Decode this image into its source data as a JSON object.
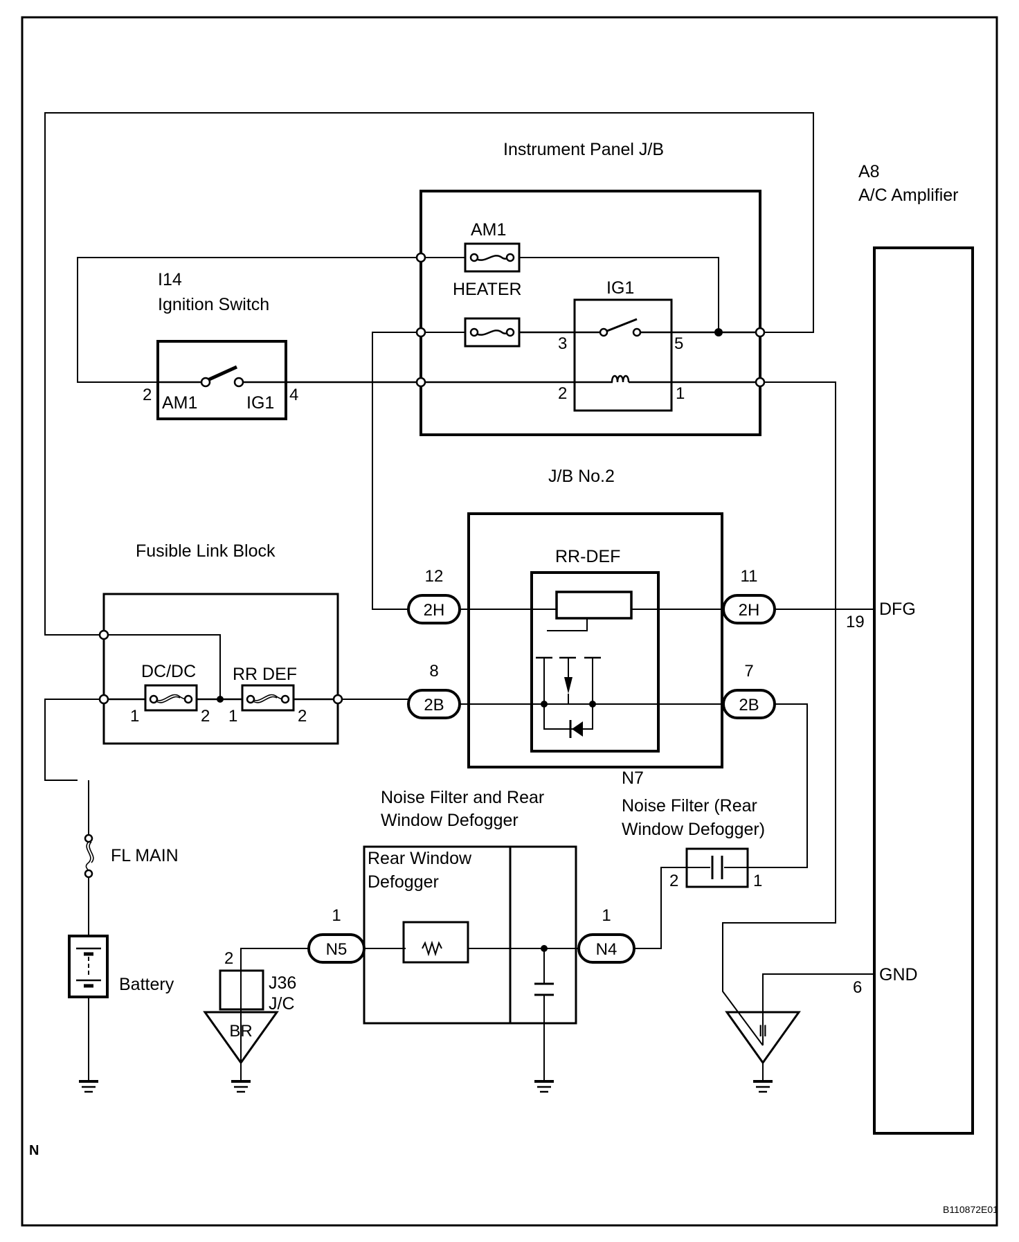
{
  "diagram": {
    "figure_id": "B110872E01",
    "page_marker": "N",
    "colors": {
      "line": "#000000",
      "background": "#ffffff"
    },
    "components": {
      "instrument_panel_jb": {
        "title": "Instrument Panel J/B",
        "fuse_am1": "AM1",
        "fuse_heater": "HEATER",
        "relay": {
          "name": "IG1",
          "pins": [
            "3",
            "5",
            "2",
            "1"
          ]
        }
      },
      "ignition_switch": {
        "code": "I14",
        "name": "Ignition Switch",
        "terminal_left": "AM1",
        "terminal_right": "IG1",
        "pin_left": "2",
        "pin_right": "4"
      },
      "ac_amplifier": {
        "code": "A8",
        "name": "A/C Amplifier",
        "terminals": [
          {
            "name": "DFG",
            "pin": "19"
          },
          {
            "name": "GND",
            "pin": "6"
          }
        ]
      },
      "jb_no2": {
        "title": "J/B No.2",
        "relay": "RR-DEF",
        "connectors": [
          {
            "id": "2H",
            "pin": "12"
          },
          {
            "id": "2B",
            "pin": "8"
          },
          {
            "id": "2H",
            "pin": "11"
          },
          {
            "id": "2B",
            "pin": "7"
          }
        ]
      },
      "fusible_link_block": {
        "title": "Fusible Link Block",
        "fuses": [
          {
            "name": "DC/DC",
            "pin_in": "1",
            "pin_out": "2"
          },
          {
            "name": "RR DEF",
            "pin_in": "1",
            "pin_out": "2"
          }
        ]
      },
      "fl_main": {
        "name": "FL MAIN"
      },
      "battery": {
        "name": "Battery"
      },
      "noise_filter_defogger": {
        "title_line1": "Noise Filter and Rear",
        "title_line2": "Window Defogger",
        "inner_label_line1": "Rear Window",
        "inner_label_line2": "Defogger",
        "connector_n5": {
          "id": "N5",
          "pin": "1"
        },
        "connector_n4": {
          "id": "N4",
          "pin": "1"
        }
      },
      "noise_filter_n7": {
        "code": "N7",
        "name_line1": "Noise Filter (Rear",
        "name_line2": "Window Defogger)",
        "pin_left": "2",
        "pin_right": "1"
      },
      "junction_connector": {
        "code": "J36",
        "name": "J/C",
        "pin": "2"
      },
      "ground_points": [
        {
          "id": "BR"
        },
        {
          "id": "II"
        }
      ]
    }
  }
}
